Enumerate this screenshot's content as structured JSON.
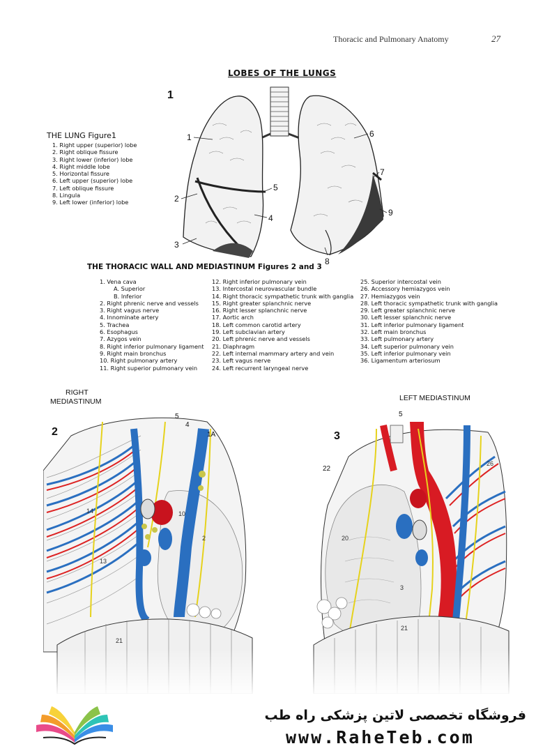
{
  "header": {
    "running_title": "Thoracic and Pulmonary Anatomy",
    "page_number": "27"
  },
  "lobes_title": "LOBES OF THE LUNGS",
  "figure1": {
    "number": "1",
    "legend_title": "THE LUNG Figure1",
    "legend": [
      "1. Right upper (superior) lobe",
      "2. Right oblique fissure",
      "3. Right lower (inferior) lobe",
      "4. Right middle lobe",
      "5. Horizontal fissure",
      "6. Left upper (superior) lobe",
      "7. Left oblique fissure",
      "8. Lingula",
      "9. Left lower (inferior) lobe"
    ],
    "callouts": [
      "1",
      "2",
      "3",
      "4",
      "5",
      "6",
      "7",
      "8",
      "9"
    ]
  },
  "mediastinum_section": {
    "title": "THE THORACIC WALL AND MEDIASTINUM Figures 2 and 3",
    "col1": [
      "1. Vena cava",
      "A. Superior",
      "B. Inferior",
      "2. Right phrenic nerve and vessels",
      "3. Right vagus nerve",
      "4. Innominate artery",
      "5. Trachea",
      "6. Esophagus",
      "7. Azygos vein",
      "8. Right inferior pulmonary ligament",
      "9. Right main bronchus",
      "10. Right pulmonary artery",
      "11. Right superior pulmonary vein"
    ],
    "col2": [
      "12. Right inferior pulmonary vein",
      "13. Intercostal neurovascular bundle",
      "14. Right thoracic sympathetic trunk with ganglia",
      "15. Right greater splanchnic nerve",
      "16. Right lesser splanchnic nerve",
      "17. Aortic arch",
      "18. Left common carotid artery",
      "19. Left subclavian artery",
      "20. Left phrenic nerve and vessels",
      "21. Diaphragm",
      "22. Left internal mammary artery and vein",
      "23. Left vagus nerve",
      "24. Left recurrent laryngeal nerve"
    ],
    "col3": [
      "25. Superior intercostal vein",
      "26. Accessory hemiazygos vein",
      "27. Hemiazygos vein",
      "28. Left thoracic sympathetic trunk with ganglia",
      "29. Left greater splanchnic nerve",
      "30. Left lesser splanchnic nerve",
      "31. Left inferior pulmonary ligament",
      "32. Left main bronchus",
      "33. Left pulmonary artery",
      "34. Left superior pulmonary vein",
      "35. Left inferior pulmonary vein",
      "36. Ligamentum arteriosum"
    ]
  },
  "figure2": {
    "number": "2",
    "label_line1": "RIGHT",
    "label_line2": "MEDIASTINUM",
    "callouts": [
      "5",
      "4",
      "1A",
      "14",
      "13",
      "10",
      "2",
      "21"
    ]
  },
  "figure3": {
    "number": "3",
    "label": "LEFT MEDIASTINUM",
    "callouts": [
      "5",
      "22",
      "20",
      "21",
      "26",
      "3"
    ]
  },
  "footer": {
    "store_name": "فروشگاه تخصصی لاتین پزشکی راه طب",
    "website": "www.RaheTeb.com"
  }
}
